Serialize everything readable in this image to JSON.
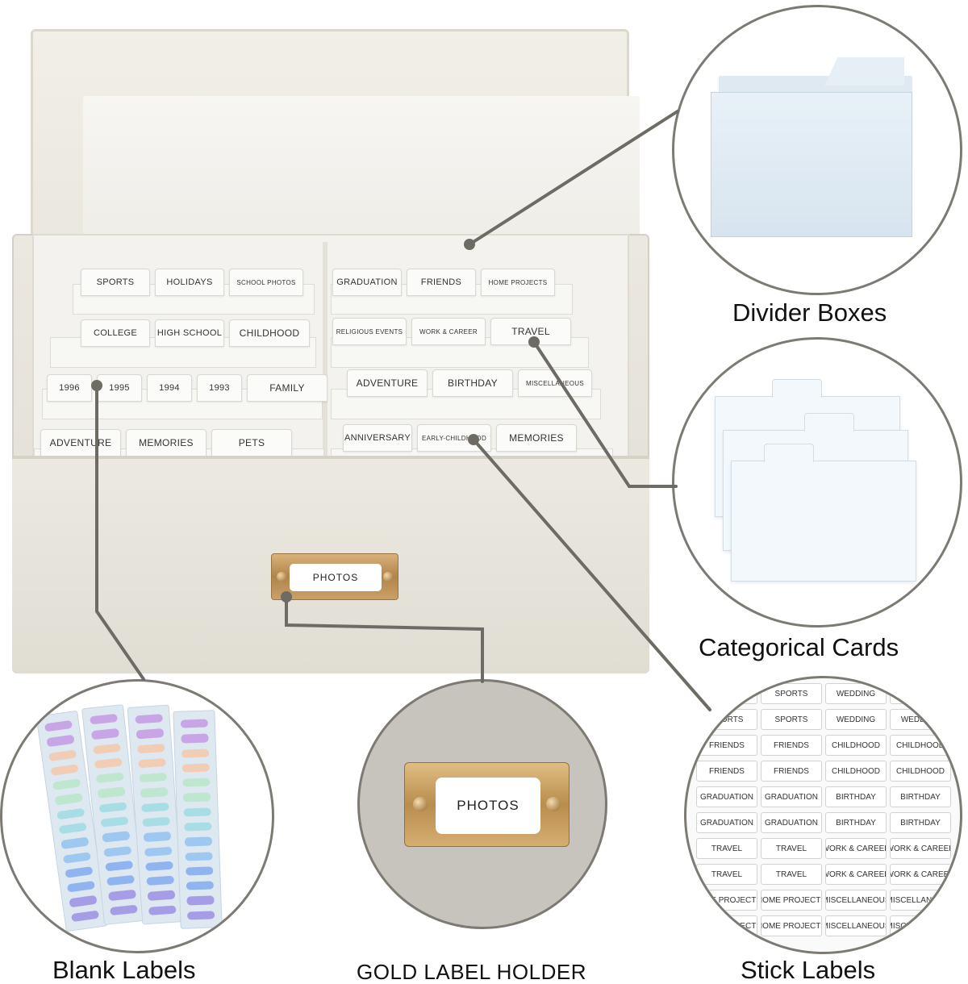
{
  "colors": {
    "leader": "#6e6b65",
    "box": "#e8e5dd",
    "gold": "#c49a5b"
  },
  "box": {
    "label_holder_text": "PHOTOS",
    "rows": [
      {
        "tabs": [
          {
            "text": "SPORTS",
            "size": "md"
          },
          {
            "text": "HOLIDAYS",
            "size": "md"
          },
          {
            "text": "SCHOOL PHOTOS",
            "size": "sm"
          }
        ]
      },
      {
        "tabs": [
          {
            "text": "GRADUATION",
            "size": "md"
          },
          {
            "text": "FRIENDS",
            "size": "md"
          },
          {
            "text": "HOME PROJECTS",
            "size": "sm"
          }
        ]
      },
      {
        "tabs": [
          {
            "text": "COLLEGE",
            "size": "md"
          },
          {
            "text": "HIGH SCHOOL",
            "size": "md"
          },
          {
            "text": "CHILDHOOD",
            "size": "lg"
          }
        ]
      },
      {
        "tabs": [
          {
            "text": "RELIGIOUS EVENTS",
            "size": "sm"
          },
          {
            "text": "WORK & CAREER",
            "size": "sm"
          },
          {
            "text": "TRAVEL",
            "size": "lg"
          }
        ]
      },
      {
        "tabs": [
          {
            "text": "1996",
            "size": "md"
          },
          {
            "text": "1995",
            "size": "md"
          },
          {
            "text": "1994",
            "size": "md"
          },
          {
            "text": "1993",
            "size": "md"
          },
          {
            "text": "FAMILY",
            "size": "lg"
          }
        ]
      },
      {
        "tabs": [
          {
            "text": "ADVENTURE",
            "size": "lg"
          },
          {
            "text": "BIRTHDAY",
            "size": "lg"
          },
          {
            "text": "MISCELLANEOUS",
            "size": "sm"
          }
        ]
      },
      {
        "tabs": [
          {
            "text": "ADVENTURE",
            "size": "lg"
          },
          {
            "text": "MEMORIES",
            "size": "lg"
          },
          {
            "text": "PETS",
            "size": "lg"
          }
        ]
      },
      {
        "tabs": [
          {
            "text": "ANNIVERSARY",
            "size": "md"
          },
          {
            "text": "EARLY-CHILDHOOD",
            "size": "sm"
          },
          {
            "text": "MEMORIES",
            "size": "lg"
          }
        ]
      }
    ]
  },
  "callouts": {
    "divider_boxes": "Divider Boxes",
    "categorical_cards": "Categorical Cards",
    "blank_labels": "Blank Labels",
    "gold_label_holder": "GOLD LABEL HOLDER",
    "stick_labels": "Stick Labels"
  },
  "gold_holder_card": "PHOTOS",
  "blank_label_colors": [
    "#c8a6e6",
    "#f2cdb6",
    "#bfe6cf",
    "#a9dde6",
    "#9ec8f0",
    "#8fb4ef",
    "#a59ee6"
  ],
  "stick_labels": [
    "SPORTS",
    "SPORTS",
    "WEDDING",
    "WEDDING",
    "SPORTS",
    "SPORTS",
    "WEDDING",
    "WEDDING",
    "FRIENDS",
    "FRIENDS",
    "CHILDHOOD",
    "CHILDHOOD",
    "FRIENDS",
    "FRIENDS",
    "CHILDHOOD",
    "CHILDHOOD",
    "GRADUATION",
    "GRADUATION",
    "BIRTHDAY",
    "BIRTHDAY",
    "GRADUATION",
    "GRADUATION",
    "BIRTHDAY",
    "BIRTHDAY",
    "TRAVEL",
    "TRAVEL",
    "WORK & CAREER",
    "WORK & CAREER",
    "TRAVEL",
    "TRAVEL",
    "WORK & CAREER",
    "WORK & CAREER",
    "HOME PROJECTS",
    "HOME PROJECTS",
    "MISCELLANEOUS",
    "MISCELLANEOUS",
    "HOME PROJECTS",
    "HOME PROJECTS",
    "MISCELLANEOUS",
    "MISCELLANEOUS"
  ]
}
